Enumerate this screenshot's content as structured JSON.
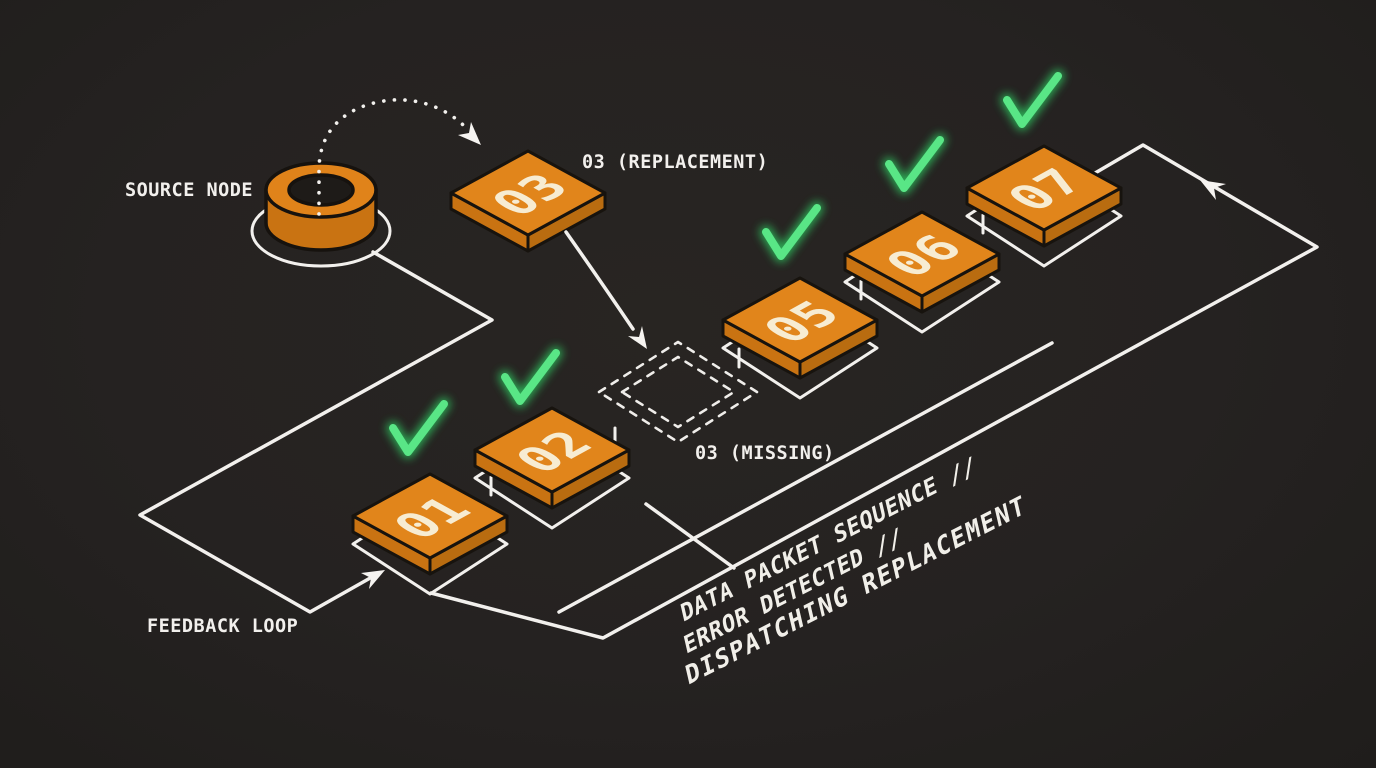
{
  "scene": {
    "background_color": "#252221",
    "line_color": "#F2F0ED",
    "packet_top_color": "#E1851B",
    "packet_side_left_color": "#C97312",
    "packet_side_right_color": "#B96C10",
    "packet_number_color": "#F7ECD2",
    "check_green_color": "#59E686",
    "missing_fill_color": "#2B2927"
  },
  "labels": {
    "source_node": "SOURCE NODE",
    "replacement": "03 (REPLACEMENT)",
    "missing": "03 (MISSING)",
    "feedback": "FEEDBACK LOOP"
  },
  "caption": {
    "line1": "DATA PACKET SEQUENCE //",
    "line2": "ERROR DETECTED //",
    "line3": "DISPATCHING REPLACEMENT"
  },
  "packets": [
    {
      "label": "01",
      "status": "checked"
    },
    {
      "label": "02",
      "status": "checked"
    },
    {
      "label": "",
      "status": "missing"
    },
    {
      "label": "05",
      "status": "checked"
    },
    {
      "label": "06",
      "status": "checked"
    },
    {
      "label": "07",
      "status": "checked"
    }
  ],
  "replacement_packet": {
    "label": "03"
  }
}
